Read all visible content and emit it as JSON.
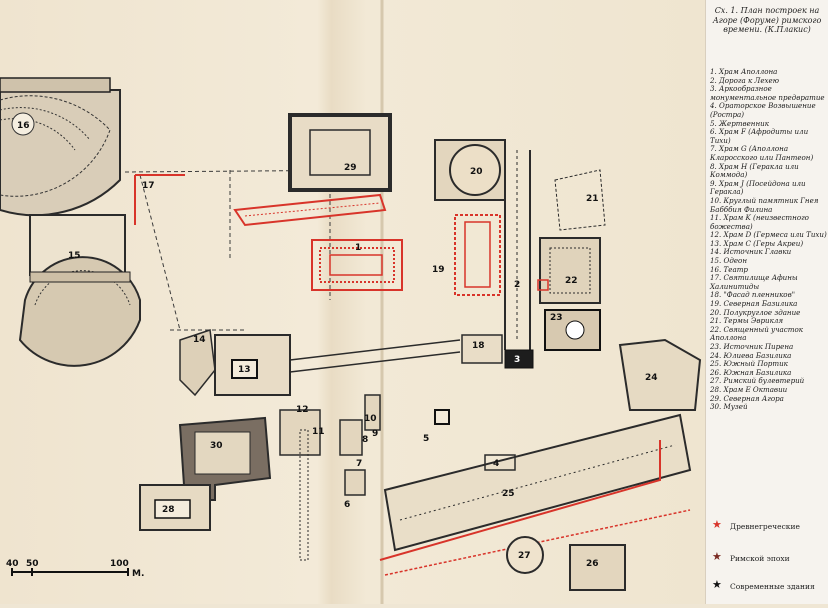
{
  "legend": {
    "title": "Сх. 1. План построек на Агоре (Форуме) римского времени. (К.Плакис)",
    "items": [
      "1. Храм Аполлона",
      "2. Дорога к Лехею",
      "3. Аркообразное монументальное предвратие",
      "4. Ораторское Возвышение (Ростра)",
      "5. Жертвенник",
      "6. Храм F (Афродиты или Тихи)",
      "7. Храм G (Аполлона Кларосского или Пантеон)",
      "8. Храм H (Геракла или Коммода)",
      "9. Храм J (Посейдона или Геракла)",
      "10. Круглый памятник Гнея Бабббия Филина",
      "11. Храм K (неизвестного божества)",
      "12. Храм D (Гермеса или Тихи)",
      "13. Храм C (Геры Акреи)",
      "14. Источник Главки",
      "15. Одеон",
      "16. Театр",
      "17. Святилище Афины Халинитиды",
      "18. \"Фасад пленников\"",
      "19. Северная Базилика",
      "20. Полукруглое здание",
      "21. Термы Эврикля",
      "22. Священный участок Аполлона",
      "23. Источник Пирена",
      "24. Юлиева Базилика",
      "25. Южный Портик",
      "26. Южная Базилика",
      "27. Римский булевтерий",
      "28. Храм E Октавии",
      "29. Северная Агора",
      "30. Музей"
    ],
    "key": [
      {
        "label": "Древнегреческие",
        "color": "#d8342a"
      },
      {
        "label": "Римской эпохи",
        "color": "#7a2a22"
      },
      {
        "label": "Современные здания",
        "color": "#111111"
      }
    ]
  },
  "scale": {
    "ticks": [
      "40",
      "50",
      "100"
    ],
    "unit": "М."
  },
  "map_labels": [
    "1",
    "2",
    "3",
    "4",
    "5",
    "6",
    "7",
    "8",
    "9",
    "10",
    "11",
    "12",
    "13",
    "14",
    "15",
    "16",
    "17",
    "18",
    "19",
    "20",
    "21",
    "22",
    "23",
    "24",
    "25",
    "26",
    "27",
    "28",
    "29",
    "30"
  ]
}
